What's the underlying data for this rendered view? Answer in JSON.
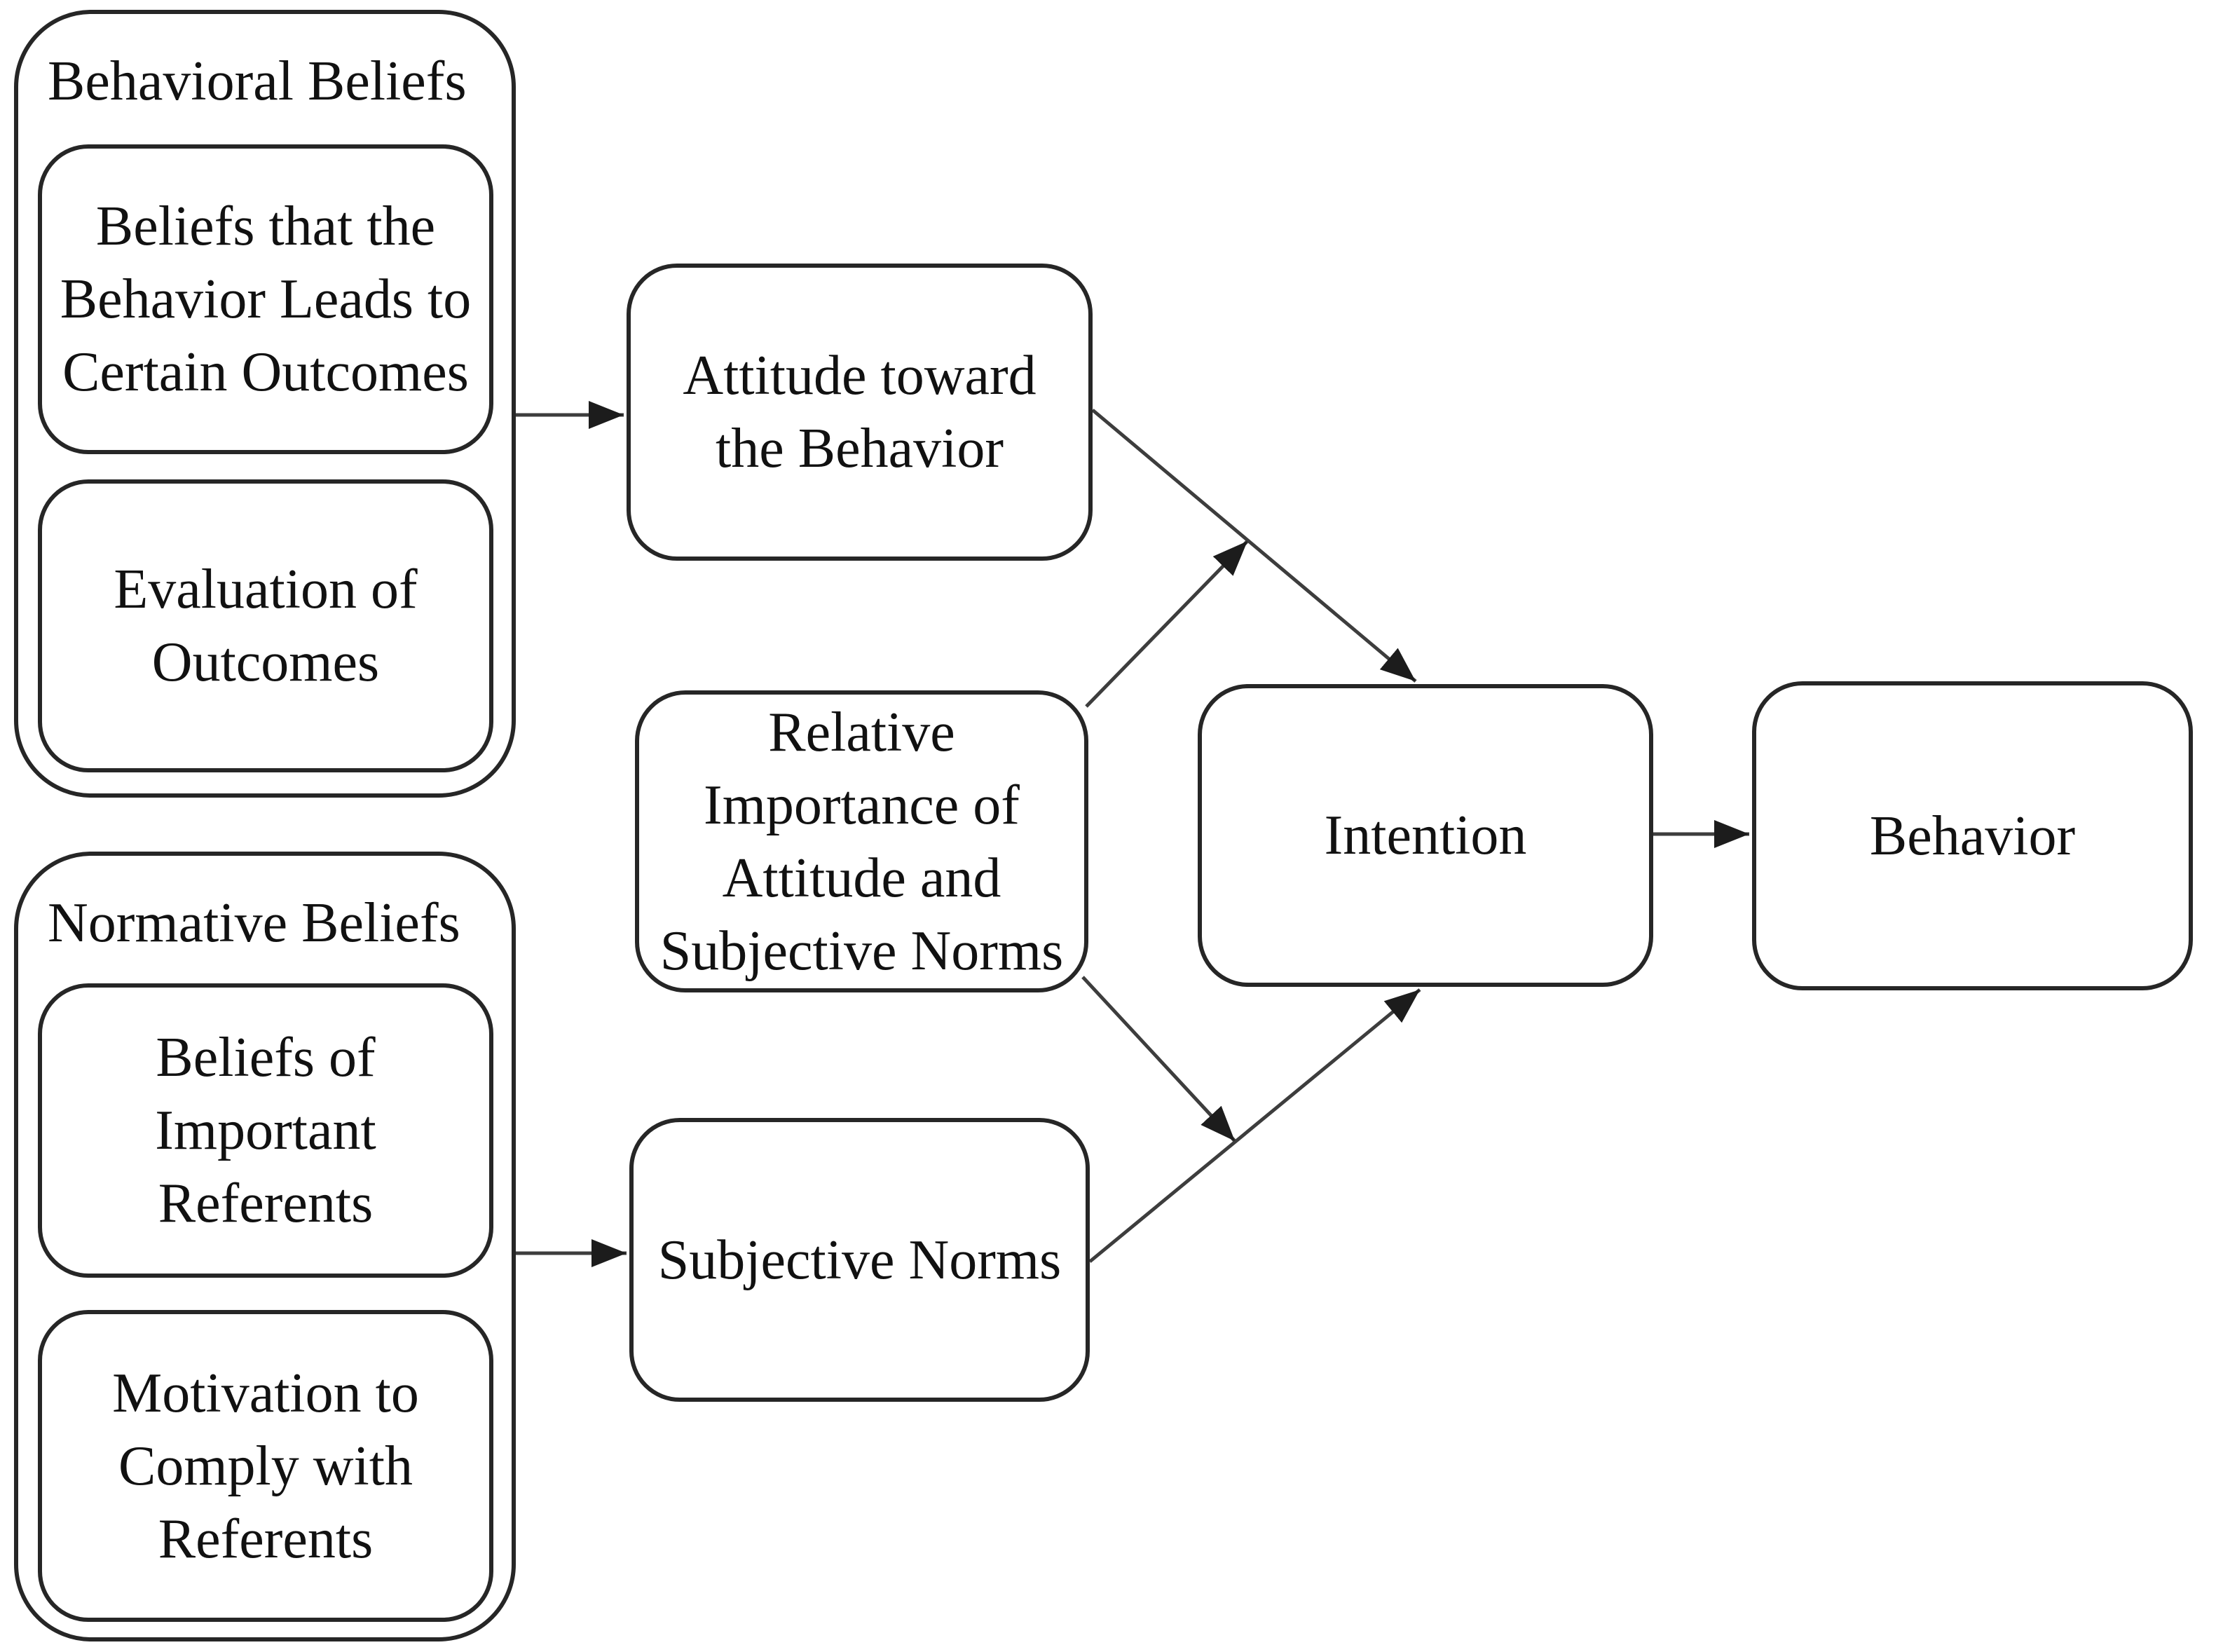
{
  "colors": {
    "background": "#ffffff",
    "border": "#262626",
    "connector": "#3d3d3d",
    "text": "#111111"
  },
  "diagram": {
    "groups": [
      {
        "id": "behavioral-beliefs",
        "label": "Behavioral Beliefs",
        "children": [
          {
            "id": "beliefs-behavior-outcomes",
            "lines": [
              "Beliefs that the",
              "Behavior Leads to",
              "Certain Outcomes"
            ]
          },
          {
            "id": "evaluation-of-outcomes",
            "lines": [
              "Evaluation of",
              "Outcomes"
            ]
          }
        ]
      },
      {
        "id": "normative-beliefs",
        "label": "Normative Beliefs",
        "children": [
          {
            "id": "beliefs-of-important-referents",
            "lines": [
              "Beliefs of",
              "Important",
              "Referents"
            ]
          },
          {
            "id": "motivation-to-comply",
            "lines": [
              "Motivation to",
              "Comply with",
              "Referents"
            ]
          }
        ]
      }
    ],
    "nodes": [
      {
        "id": "attitude",
        "lines": [
          "Attitude toward",
          "the Behavior"
        ]
      },
      {
        "id": "relative-importance",
        "lines": [
          "Relative",
          "Importance of",
          "Attitude and",
          "Subjective Norms"
        ]
      },
      {
        "id": "subjective-norms",
        "lines": [
          "Subjective Norms"
        ]
      },
      {
        "id": "intention",
        "lines": [
          "Intention"
        ]
      },
      {
        "id": "behavior",
        "lines": [
          "Behavior"
        ]
      }
    ],
    "edges": [
      {
        "from": "behavioral-beliefs",
        "to": "attitude",
        "type": "direct"
      },
      {
        "from": "normative-beliefs",
        "to": "subjective-norms",
        "type": "direct"
      },
      {
        "from": "attitude",
        "to": "intention",
        "type": "direct"
      },
      {
        "from": "subjective-norms",
        "to": "intention",
        "type": "direct"
      },
      {
        "from": "relative-importance",
        "to": "attitude-intention-arrow",
        "type": "moderates"
      },
      {
        "from": "relative-importance",
        "to": "subjective-norms-intention-arrow",
        "type": "moderates"
      },
      {
        "from": "intention",
        "to": "behavior",
        "type": "direct"
      }
    ]
  }
}
